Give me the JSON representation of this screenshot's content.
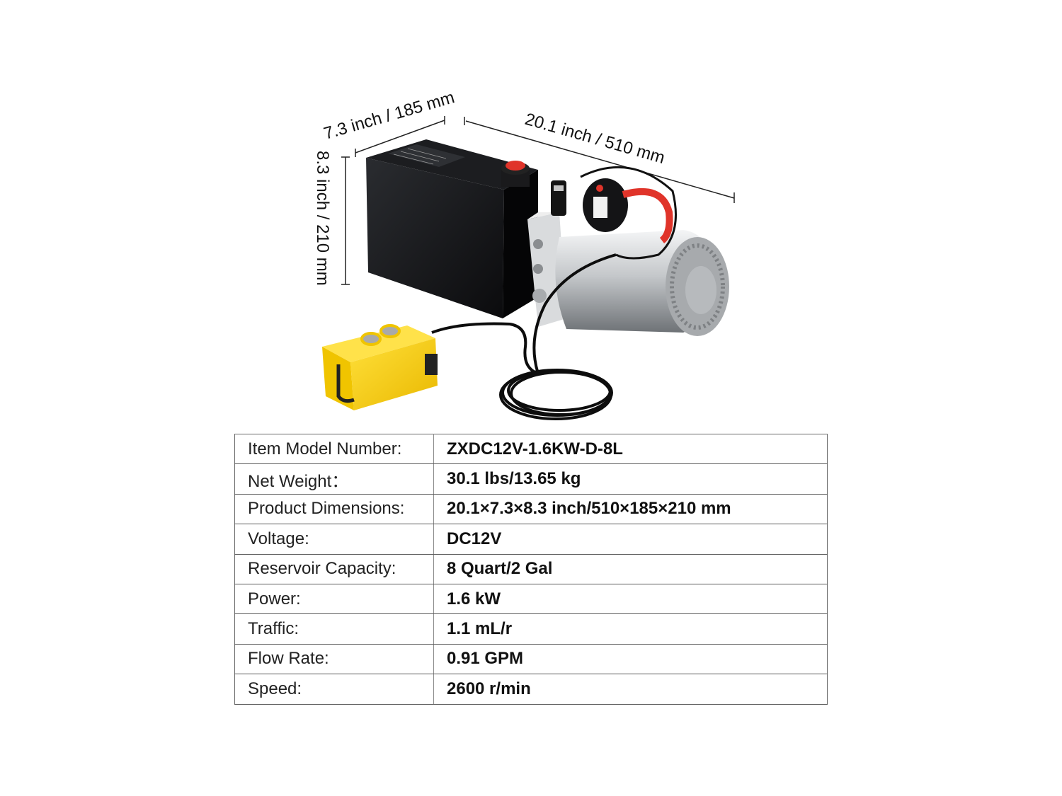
{
  "product_image": {
    "alt": "12V DC hydraulic power unit with black reservoir, silver motor and yellow pendant remote control",
    "dimensions": {
      "depth_label": "7.3 inch / 185 mm",
      "length_label": "20.1 inch / 510 mm",
      "height_label": "8.3 inch / 210 mm"
    },
    "colors": {
      "reservoir": "#111214",
      "motor": "#c9cccf",
      "remote": "#f2cc1a",
      "cap": "#e0342a",
      "cable": "#0d0d0d"
    }
  },
  "specs": {
    "rows": [
      {
        "label": "Item Model Number:",
        "value": "ZXDC12V-1.6KW-D-8L"
      },
      {
        "label": "Net Weight：",
        "value": "30.1 lbs/13.65 kg"
      },
      {
        "label": "Product Dimensions:",
        "value": "20.1×7.3×8.3 inch/510×185×210 mm"
      },
      {
        "label": "Voltage:",
        "value": "DC12V"
      },
      {
        "label": "Reservoir Capacity:",
        "value": "8 Quart/2 Gal"
      },
      {
        "label": "Power:",
        "value": "1.6 kW"
      },
      {
        "label": "Traffic:",
        "value": "1.1 mL/r"
      },
      {
        "label": "Flow Rate:",
        "value": "0.91 GPM"
      },
      {
        "label": "Speed:",
        "value": "2600 r/min"
      }
    ]
  }
}
